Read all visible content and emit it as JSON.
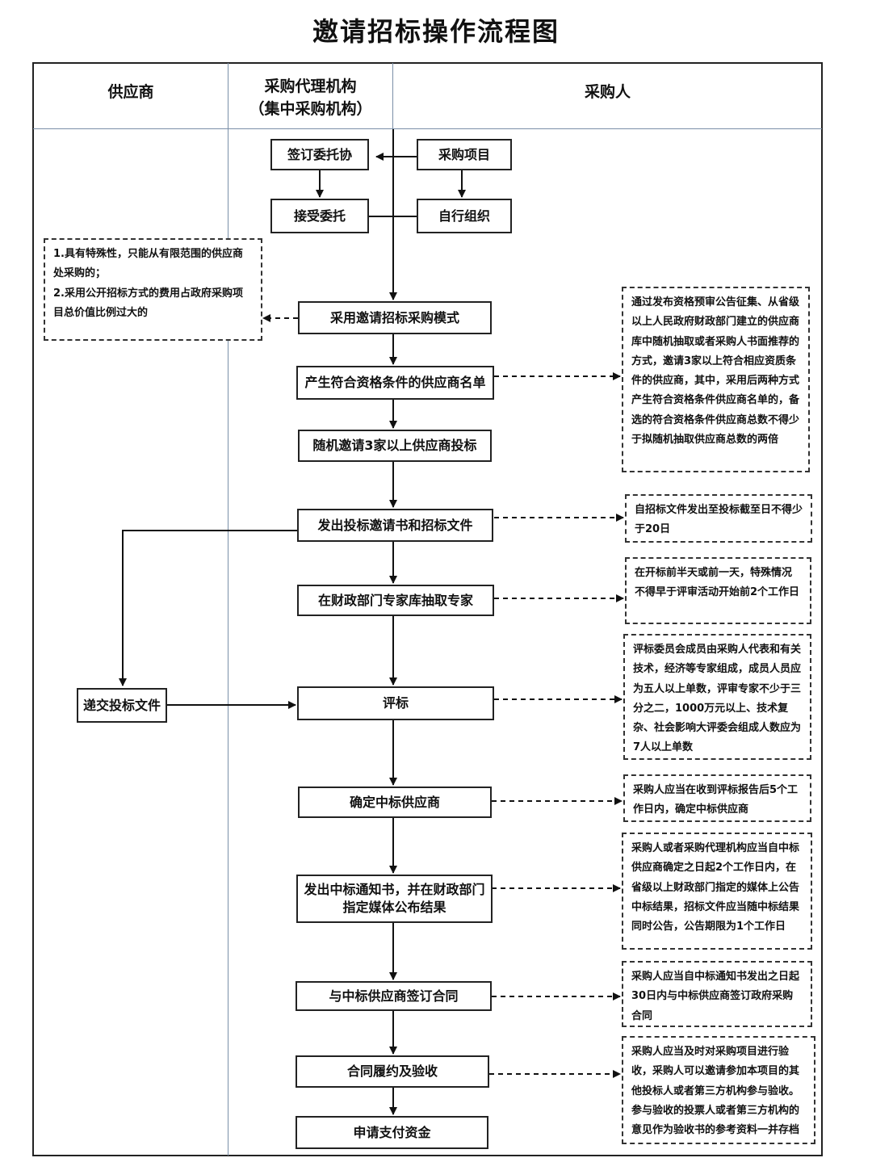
{
  "title": "邀请招标操作流程图",
  "lanes": {
    "supplier": "供应商",
    "agency_line1": "采购代理机构",
    "agency_line2": "（集中采购机构）",
    "purchaser": "采购人"
  },
  "boxes": {
    "sign_entrust": "签订委托协",
    "purchase_project": "采购项目",
    "accept_entrust": "接受委托",
    "self_organize": "自行组织",
    "adopt_mode": "采用邀请招标采购模式",
    "supplier_list": "产生符合资格条件的供应商名单",
    "random_invite": "随机邀请3家以上供应商投标",
    "issue_invitation": "发出投标邀请书和招标文件",
    "draw_experts": "在财政部门专家库抽取专家",
    "submit_bid": "递交投标文件",
    "evaluate": "评标",
    "determine_winner": "确定中标供应商",
    "notice_line1": "发出中标通知书，并在财政部门",
    "notice_line2": "指定媒体公布结果",
    "sign_contract": "与中标供应商签订合同",
    "perform_accept": "合同履约及验收",
    "apply_payment": "申请支付资金"
  },
  "notes": {
    "conditions": "1.具有特殊性，只能从有限范围的供应商处采购的；\n2.采用公开招标方式的费用占政府采购项目总价值比例过大的",
    "list_method": "通过发布资格预审公告征集、从省级以上人民政府财政部门建立的供应商库中随机抽取或者采购人书面推荐的方式，邀请3家以上符合相应资质条件的供应商，其中，采用后两种方式产生符合资格条件供应商名单的，备选的符合资格条件供应商总数不得少于拟随机抽取供应商总数的两倍",
    "bid_period": "自招标文件发出至投标截至日不得少于20日",
    "expert_timing": "在开标前半天或前一天，特殊情况不得早于评审活动开始前2个工作日",
    "committee": "评标委员会成员由采购人代表和有关技术，经济等专家组成，成员人员应为五人以上单数，评审专家不少于三分之二，1000万元以上、技术复杂、社会影响大评委会组成人数应为7人以上单数",
    "winner_timing": "采购人应当在收到评标报告后5个工作日内，确定中标供应商",
    "announce": "采购人或者采购代理机构应当自中标供应商确定之日起2个工作日内，在省级以上财政部门指定的媒体上公告中标结果，招标文件应当随中标结果同时公告，公告期限为1个工作日",
    "contract_timing": "采购人应当自中标通知书发出之日起30日内与中标供应商签订政府采购合同",
    "acceptance": "采购人应当及时对采购项目进行验收，采购人可以邀请参加本项目的其他投标人或者第三方机构参与验收。参与验收的投票人或者第三方机构的意见作为验收书的参考资料一并存档"
  }
}
